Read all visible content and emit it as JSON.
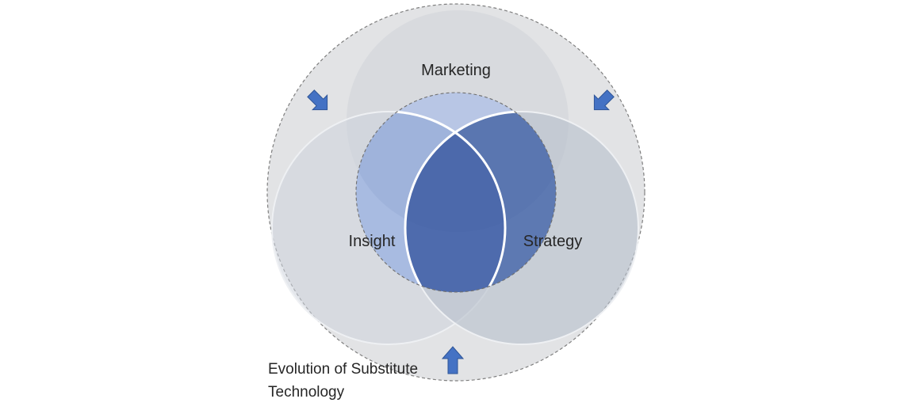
{
  "labels": {
    "top": "Marketing",
    "left": "Insight",
    "right": "Strategy"
  },
  "caption": {
    "line1": "Evolution of Substitute",
    "line2": "Technology"
  },
  "colors": {
    "outer_ring": "#e2e3e5",
    "outer_ring_stroke": "#7f7f7f",
    "circle_gray": "#d6d9de",
    "inner_light_blue": "#c3d0ec",
    "insight_overlap_blue": "#a9bbe1",
    "strategy_overlap_blue": "#5f7bb3",
    "center_blue": "#4d6aac",
    "arrow_blue": "#4472c4"
  },
  "icons": [
    "arrow-down-right-icon",
    "arrow-down-left-icon",
    "arrow-up-icon"
  ]
}
